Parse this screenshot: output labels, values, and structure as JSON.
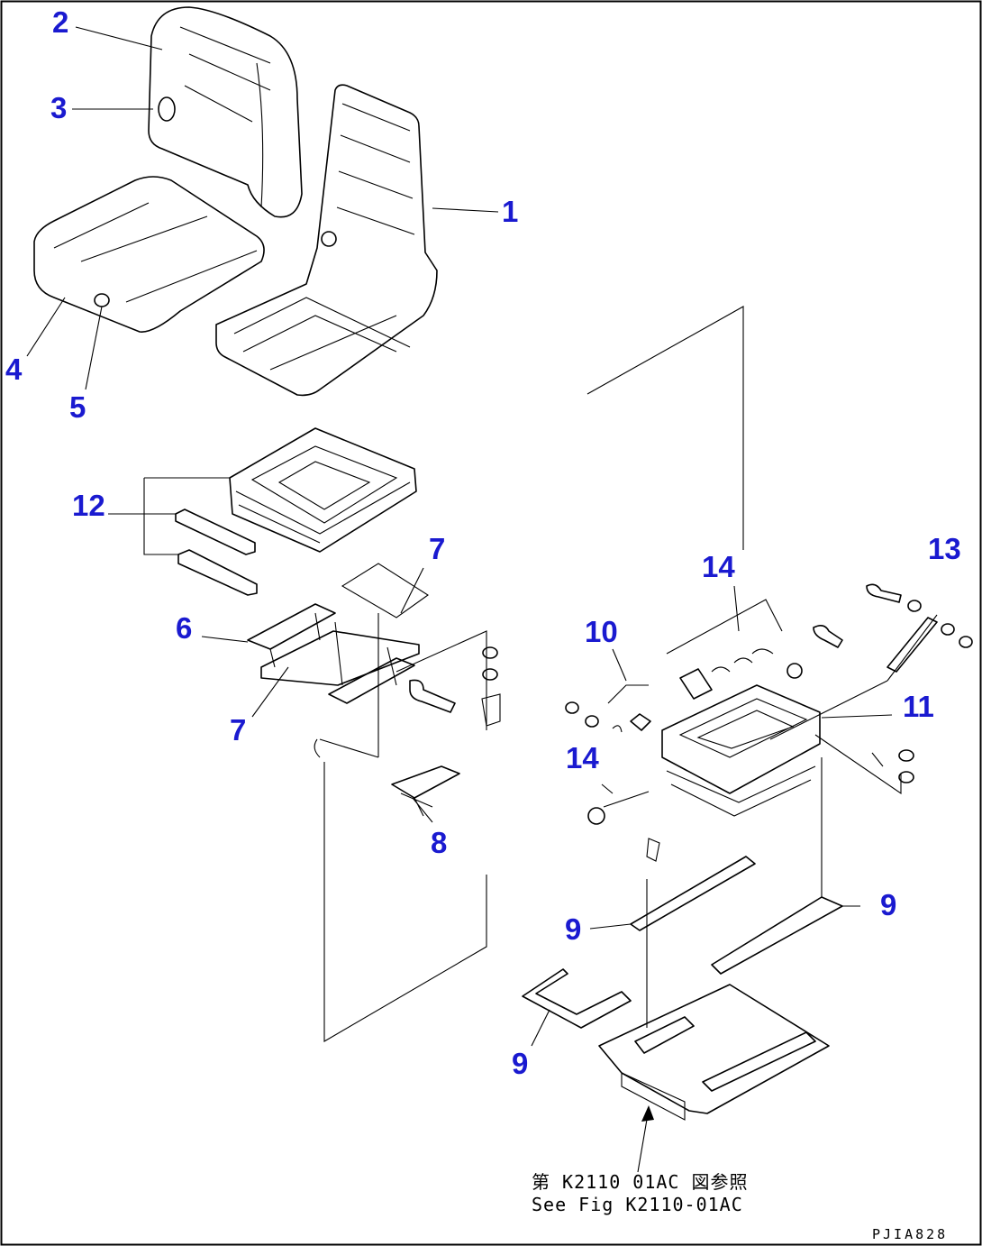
{
  "callouts": [
    {
      "id": "c1",
      "text": "1"
    },
    {
      "id": "c2",
      "text": "2"
    },
    {
      "id": "c3",
      "text": "3"
    },
    {
      "id": "c4",
      "text": "4"
    },
    {
      "id": "c5",
      "text": "5"
    },
    {
      "id": "c6",
      "text": "6"
    },
    {
      "id": "c7a",
      "text": "7"
    },
    {
      "id": "c7b",
      "text": "7"
    },
    {
      "id": "c8",
      "text": "8"
    },
    {
      "id": "c9a",
      "text": "9"
    },
    {
      "id": "c9b",
      "text": "9"
    },
    {
      "id": "c9c",
      "text": "9"
    },
    {
      "id": "c10",
      "text": "10"
    },
    {
      "id": "c11",
      "text": "11"
    },
    {
      "id": "c12",
      "text": "12"
    },
    {
      "id": "c13",
      "text": "13"
    },
    {
      "id": "c14a",
      "text": "14"
    },
    {
      "id": "c14b",
      "text": "14"
    }
  ],
  "reference_note": {
    "japanese": "第 K2110 01AC 図参照",
    "english": "See Fig K2110-01AC"
  },
  "drawing_code": "PJIA828",
  "colors": {
    "callout": "#1a1ad0",
    "linework": "#000000",
    "background": "#ffffff"
  }
}
